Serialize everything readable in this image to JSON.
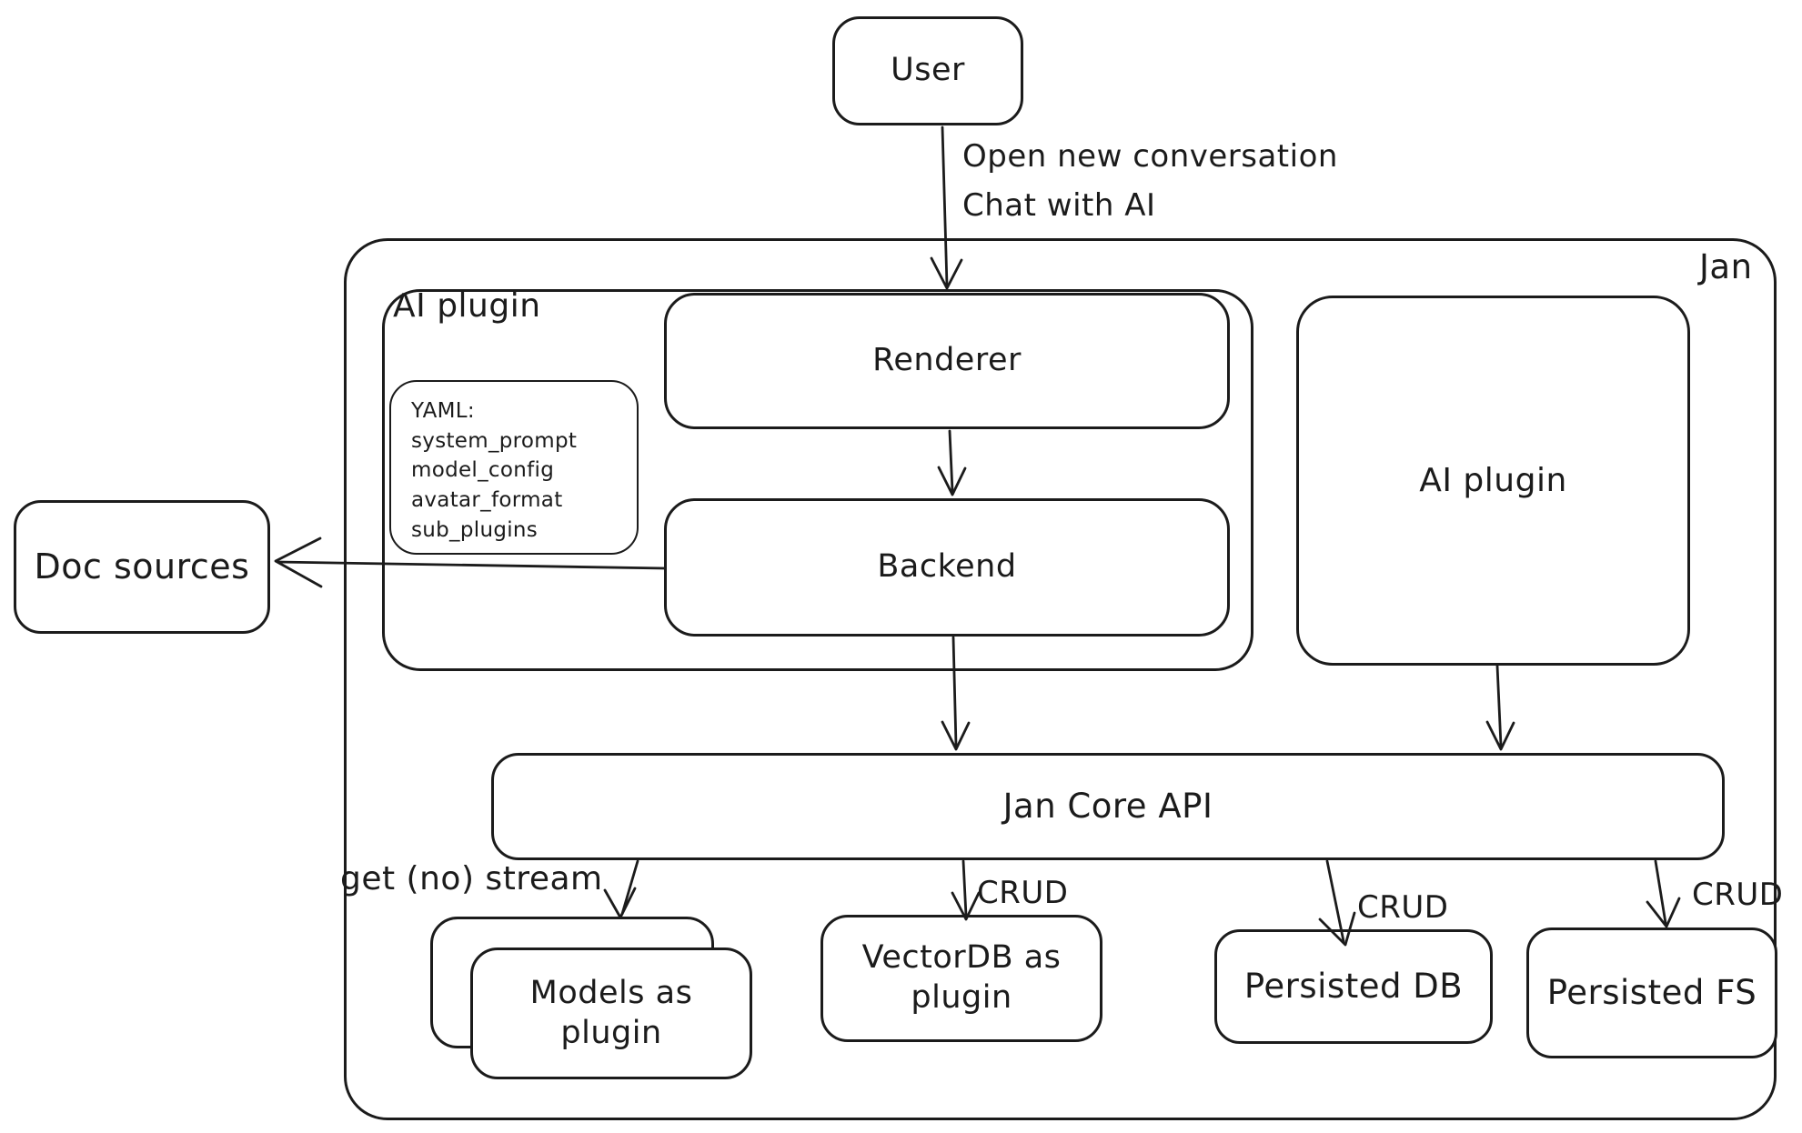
{
  "canvas": {
    "background": "#ffffff",
    "stroke_color": "#1b1b1b"
  },
  "nodes": {
    "user": {
      "label": "User"
    },
    "jan": {
      "label": "Jan"
    },
    "ai_plugin_group": {
      "label": "AI plugin"
    },
    "renderer": {
      "label": "Renderer"
    },
    "backend": {
      "label": "Backend"
    },
    "yaml_note": {
      "lines": [
        "YAML:",
        "system_prompt",
        "model_config",
        "avatar_format",
        "sub_plugins"
      ]
    },
    "ai_plugin": {
      "label": "AI plugin"
    },
    "doc_sources": {
      "label": "Doc sources"
    },
    "jan_core_api": {
      "label": "Jan Core API"
    },
    "models_as_plugin": {
      "label": "Models as plugin"
    },
    "vectordb_as_plugin": {
      "label": "VectorDB as plugin"
    },
    "persisted_db": {
      "label": "Persisted DB"
    },
    "persisted_fs": {
      "label": "Persisted FS"
    }
  },
  "edges": {
    "user_to_renderer": {
      "lines": [
        "Open new conversation",
        "Chat with AI"
      ]
    },
    "jan_core_to_models": {
      "label": "get (no) stream"
    },
    "jan_core_to_vectordb": {
      "label": "CRUD"
    },
    "jan_core_to_persisted_db": {
      "label": "CRUD"
    },
    "jan_core_to_persisted_fs": {
      "label": "CRUD"
    }
  }
}
